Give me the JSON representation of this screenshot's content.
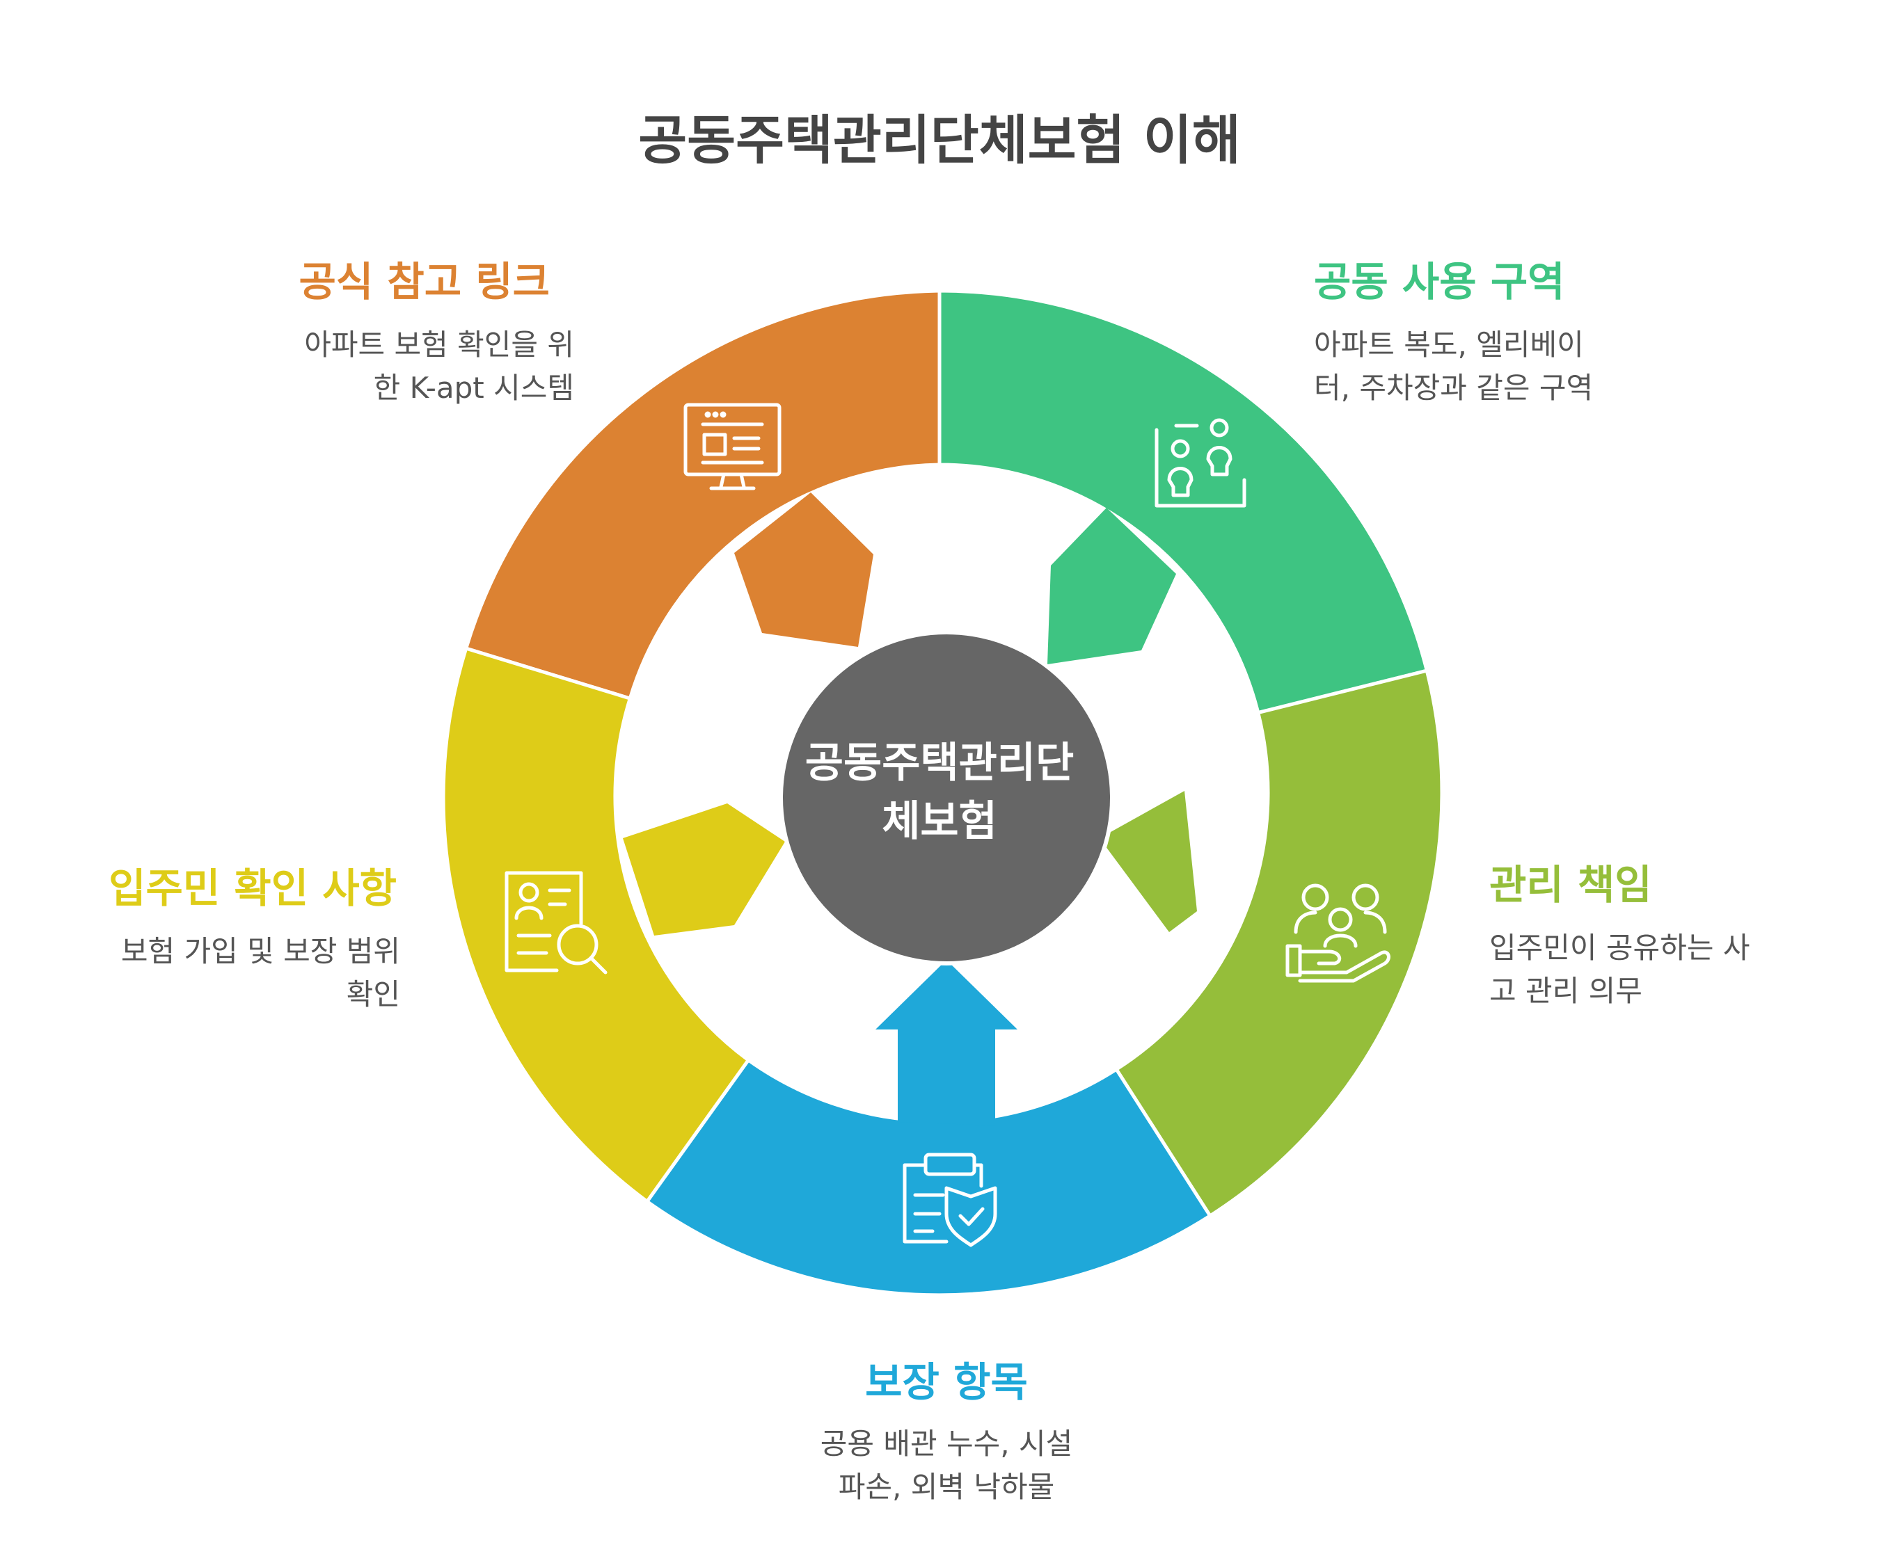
{
  "title": "공동주택관리단체보험 이해",
  "center": {
    "line1": "공동주택관리단",
    "line2": "체보험"
  },
  "segments": {
    "official_link": {
      "label": "공식 참고 링크",
      "desc1": "아파트 보험 확인을 위",
      "desc2": "한 K-apt 시스템",
      "color": "#DC8232",
      "icon": "computer-window-icon"
    },
    "common_area": {
      "label": "공동 사용 구역",
      "desc1": "아파트 복도, 엘리베이",
      "desc2": "터, 주차장과 같은 구역",
      "color": "#3EC482",
      "icon": "people-in-area-icon"
    },
    "management_duty": {
      "label": "관리 책임",
      "desc1": "입주민이 공유하는 사",
      "desc2": "고 관리 의무",
      "color": "#95BE3A",
      "icon": "hand-with-people-icon"
    },
    "coverage": {
      "label": "보장 항목",
      "desc1": "공용 배관 누수, 시설",
      "desc2": "파손, 외벽 낙하물",
      "color": "#1FA8D9",
      "icon": "clipboard-shield-icon"
    },
    "resident_check": {
      "label": "입주민 확인 사항",
      "desc1": "보험 가입 및 보장 범위",
      "desc2": "확인",
      "color": "#DECC18",
      "icon": "profile-search-icon"
    }
  },
  "center_color": "#666666"
}
